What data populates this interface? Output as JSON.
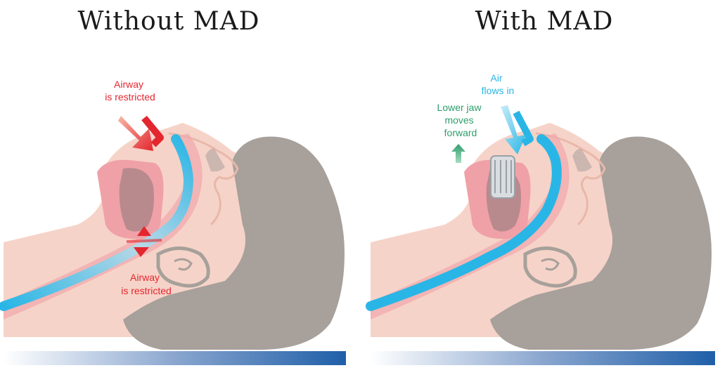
{
  "left": {
    "title": "Without MAD",
    "label_top": [
      "Airway",
      "is restricted"
    ],
    "label_bottom": [
      "Airway",
      "is restricted"
    ]
  },
  "right": {
    "title": "With MAD",
    "label_air": [
      "Air",
      "flows in"
    ],
    "label_jaw": [
      "Lower jaw",
      "moves",
      "forward"
    ]
  },
  "colors": {
    "restricted": "#e4262f",
    "air": "#29b6e6",
    "jaw": "#2e9e6c",
    "head": "#a7a09b",
    "skin": "#f6d3c8",
    "tissue": "#f0a9ad",
    "pillow": "#1f5fa8"
  }
}
